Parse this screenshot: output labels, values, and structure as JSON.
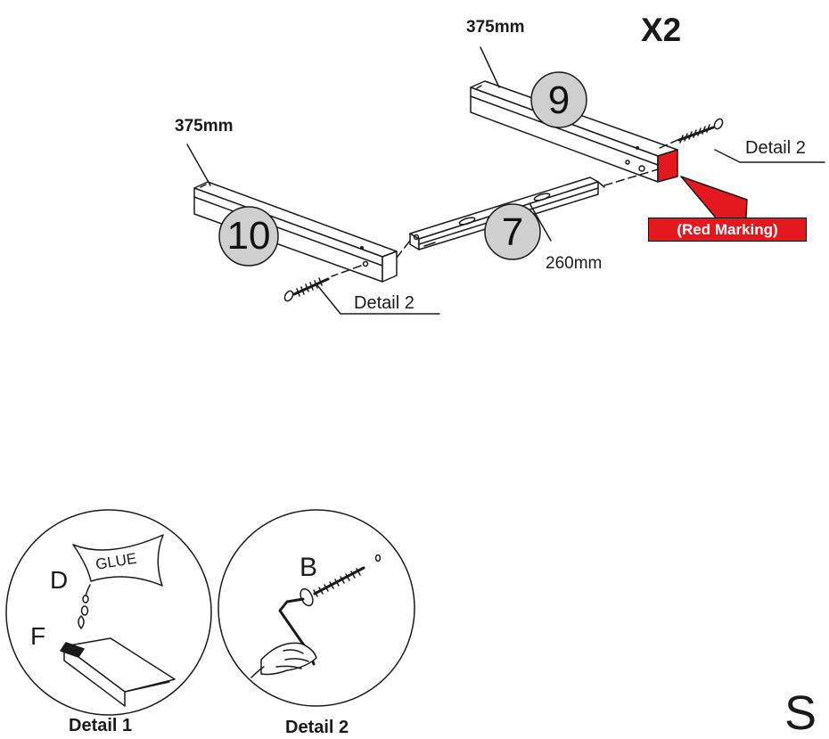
{
  "diagram": {
    "quantity_label": "X2",
    "parts": [
      {
        "number": "9",
        "length": "375mm"
      },
      {
        "number": "10",
        "length": "375mm"
      },
      {
        "number": "7",
        "length": "260mm"
      }
    ],
    "detail_callouts": [
      "Detail 2",
      "Detail 2"
    ],
    "marking_label": "(Red Marking)",
    "details": [
      {
        "caption": "Detail 1",
        "letters": [
          "D",
          "F"
        ],
        "glue_text": "GLUE"
      },
      {
        "caption": "Detail 2",
        "letters": [
          "B"
        ]
      }
    ],
    "page_letter": "S",
    "colors": {
      "red_marking": "#e3191f",
      "badge_fill": "#cfcfcf",
      "line": "#1a1a1a"
    }
  }
}
